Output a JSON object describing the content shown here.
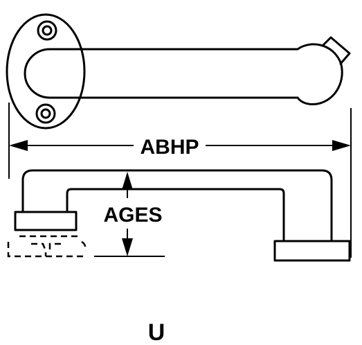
{
  "diagram": {
    "width_label": "ABHP",
    "height_label": "AGES",
    "style_letter": "U"
  }
}
